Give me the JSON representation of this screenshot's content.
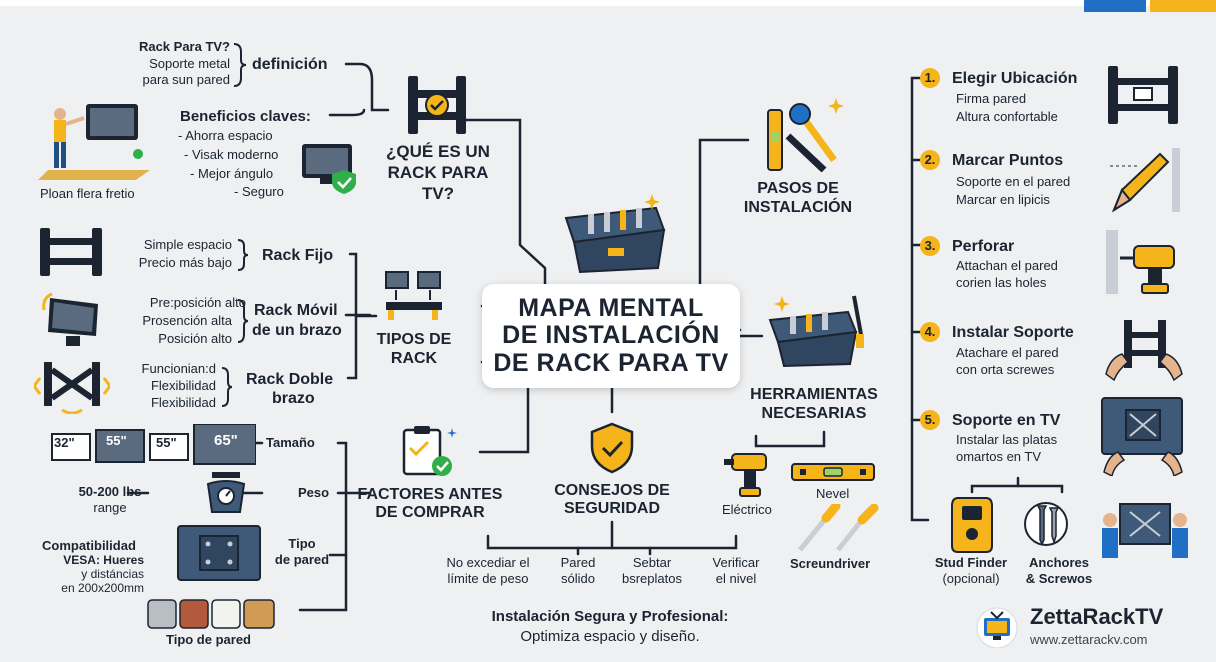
{
  "center": {
    "line1": "MAPA MENTAL",
    "line2": "DE INSTALACIÓN",
    "line3": "DE RACK PARA TV"
  },
  "que_es": {
    "title_l1": "¿QUÉ ES UN",
    "title_l2": "RACK PARA",
    "title_l3": "TV?",
    "def_q": "Rack Para TV?",
    "def_l2": "Soporte  metal",
    "def_l3": "para sun pared",
    "def_label": "definición",
    "benefits_title": "Beneficios claves:",
    "benefits": [
      "- Ahorra espacio",
      "- Visak moderno",
      "- Mejor ángulo",
      "- Seguro"
    ],
    "person_caption": "Ploan flera fretio"
  },
  "tipos": {
    "title_l1": "TIPOS DE",
    "title_l2": "RACK",
    "fijo": {
      "label": "Rack Fijo",
      "d1": "Simple espacio",
      "d2": "Precio más bajo"
    },
    "movil": {
      "label_l1": "Rack Móvil",
      "label_l2": "de un brazo",
      "d1": "Pre:posición alto",
      "d2": "Prosención alta",
      "d3": "Posición alto"
    },
    "doble": {
      "label_l1": "Rack Doble",
      "label_l2": "brazo",
      "d1": "Funcionian:d",
      "d2": "Flexibilidad",
      "d3": "Flexibilidad"
    }
  },
  "factores": {
    "title_l1": "FACTORES ANTES",
    "title_l2": "DE COMPRAR",
    "tamano": "Tamaño",
    "sizes": [
      "32\"",
      "55\"",
      "55\"",
      "65\""
    ],
    "peso": "Peso",
    "peso_range_l1": "50-200 lbs",
    "peso_range_l2": "range",
    "tipo_pared_l1": "Tipo",
    "tipo_pared_l2": "de pared",
    "vesa_l1": "Compatibilidad",
    "vesa_l2": "VESA: Hueres",
    "vesa_l3": "y distáncias",
    "vesa_l4": "en 200x200mm",
    "tipo_pared_bottom": "Tipo de pared"
  },
  "consejos": {
    "title_l1": "CONSEJOS DE",
    "title_l2": "SEGURIDAD",
    "items": [
      {
        "l1": "No excediar el",
        "l2": "límite de peso"
      },
      {
        "l1": "Pared",
        "l2": "sólido"
      },
      {
        "l1": "Sebtar",
        "l2": "bsreplatos"
      },
      {
        "l1": "Verificar",
        "l2": "el nivel"
      }
    ]
  },
  "herramientas": {
    "title_l1": "HERRAMIENTAS",
    "title_l2": "NECESARIAS",
    "electrico": "Eléctrico",
    "nivel": "Nevel",
    "destornillador": "Screundriver"
  },
  "pasos": {
    "title_l1": "PASOS DE",
    "title_l2": "INSTALACIÓN",
    "steps": [
      {
        "num": "1.",
        "title": "Elegir Ubicación",
        "d1": "Firma pared",
        "d2": "Altura confortable"
      },
      {
        "num": "2.",
        "title": "Marcar Puntos",
        "d1": "Soporte en el pared",
        "d2": "Marcar en lipicis"
      },
      {
        "num": "3.",
        "title": "Perforar",
        "d1": "Attachan el pared",
        "d2": "corien las holes"
      },
      {
        "num": "4.",
        "title": "Instalar Soporte",
        "d1": "Atachare el pared",
        "d2": "con orta screwes"
      },
      {
        "num": "5.",
        "title": "Soporte en TV",
        "d1": "Instalar las platas",
        "d2": "omartos en TV"
      }
    ],
    "stud_l1": "Stud Finder",
    "stud_l2": "(opcional)",
    "anchors_l1": "Anchores",
    "anchors_l2": "& Screwos"
  },
  "footer": {
    "l1": "Instalación Segura y Profesional:",
    "l2": "Optimiza espacio y diseño."
  },
  "brand": {
    "name": "ZettaRackTV",
    "url": "www.zettarackv.com"
  },
  "colors": {
    "background": "#eef0f2",
    "accent_blue": "#1f6fc4",
    "accent_yellow": "#f4b41a",
    "dark": "#1b2430",
    "green": "#2fae4a"
  }
}
